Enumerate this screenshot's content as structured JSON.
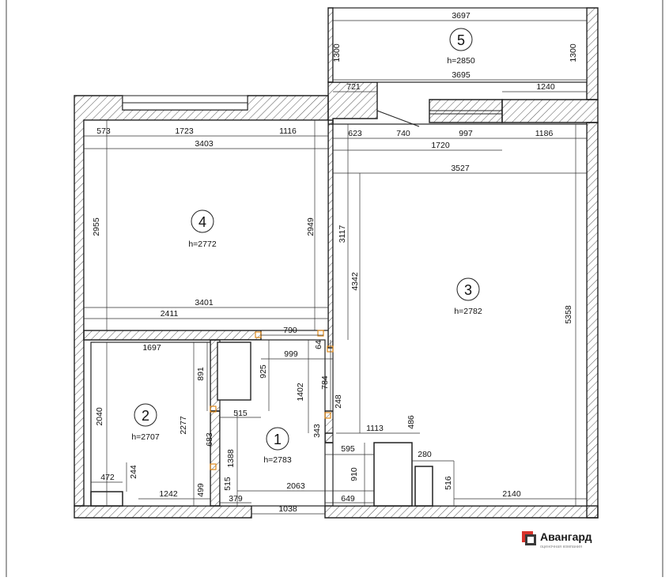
{
  "rooms": [
    {
      "number": "1",
      "height": "h=2783"
    },
    {
      "number": "2",
      "height": "h=2707"
    },
    {
      "number": "3",
      "height": "h=2782"
    },
    {
      "number": "4",
      "height": "h=2772"
    },
    {
      "number": "5",
      "height": "h=2850"
    }
  ],
  "dims": {
    "d3697": "3697",
    "d1300a": "1300",
    "d1300b": "1300",
    "d721": "721",
    "d3695": "3695",
    "d1240": "1240",
    "d573": "573",
    "d1723": "1723",
    "d1116": "1116",
    "d3403": "3403",
    "d623": "623",
    "d740": "740",
    "d1720": "1720",
    "d997": "997",
    "d1186": "1186",
    "d3527": "3527",
    "d2955": "2955",
    "d2949": "2949",
    "d3117": "3117",
    "d4342": "4342",
    "d3401": "3401",
    "d2411": "2411",
    "d790": "790",
    "d999": "999",
    "d64": "64",
    "d5358": "5358",
    "d1697": "1697",
    "d891": "891",
    "d925": "925",
    "d1402": "1402",
    "d784": "784",
    "d248": "248",
    "d515a": "515",
    "d2040": "2040",
    "d2277": "2277",
    "d683": "683",
    "d1388": "1388",
    "d343": "343",
    "d1113": "1113",
    "d486": "486",
    "d595": "595",
    "d280": "280",
    "d472": "472",
    "d244": "244",
    "d910": "910",
    "d516": "516",
    "d2063": "2063",
    "d1242": "1242",
    "d499": "499",
    "d515b": "515",
    "d379": "379",
    "d649": "649",
    "d1038": "1038",
    "d2140": "2140"
  },
  "logo": {
    "name": "Авангард",
    "subtitle": "оценочная компания"
  },
  "colors": {
    "wall": "#222222",
    "hatch": "#555555",
    "marker": "#e08a1a",
    "logo_red": "#d8342c",
    "logo_dark": "#3a3a3a"
  }
}
